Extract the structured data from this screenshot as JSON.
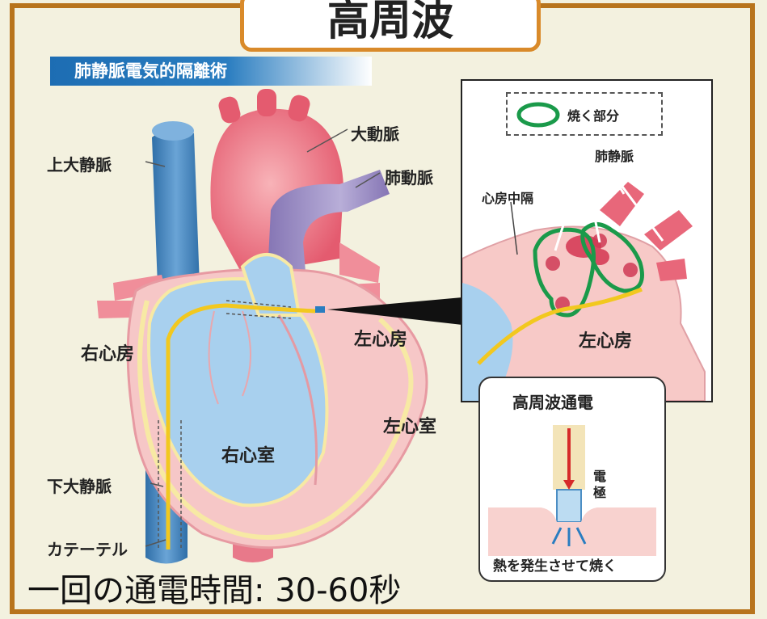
{
  "title": "高周波",
  "banner": "肺静脈電気的隔離術",
  "labels": {
    "svc": "上大静脈",
    "aorta": "大動脈",
    "pulmonary_artery": "肺動脈",
    "right_atrium": "右心房",
    "left_atrium": "左心房",
    "left_ventricle": "左心室",
    "right_ventricle": "右心室",
    "ivc": "下大静脈",
    "catheter": "カテーテル"
  },
  "inset": {
    "legend": "焼く部分",
    "pulmonary_veins": "肺静脈",
    "septum": "心房中隔",
    "left_atrium": "左心房"
  },
  "electrode": {
    "title": "高周波通電",
    "electrode_label": "電\n極",
    "caption": "熱を発生させて焼く"
  },
  "footer": "一回の通電時間: 30-60秒",
  "colors": {
    "frame": "#b8741c",
    "title_border": "#d98a2a",
    "banner": "#1d6db3",
    "vein_blue": "#3d7fb8",
    "aorta_red": "#e8677a",
    "pulmonary_purple": "#9b8ec0",
    "chamber_pink": "#f5c3c3",
    "chamber_blue": "#a8d0ee",
    "catheter_yellow": "#f2c81f",
    "ablation_green": "#1a9a4a"
  }
}
